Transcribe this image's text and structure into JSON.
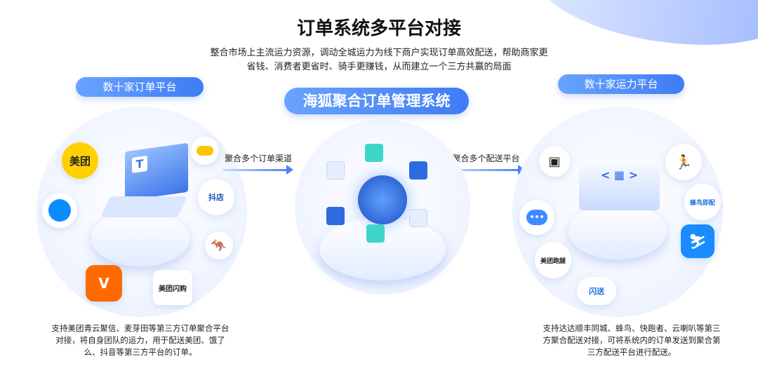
{
  "header": {
    "title": "订单系统多平台对接",
    "subtitle_lines": [
      "整合市场上主流运力资源，调动全城运力为线下商户实现订单高效配送，帮助商家更",
      "省钱、消费者更省时、骑手更赚钱，从而建立一个三方共赢的局面"
    ]
  },
  "left": {
    "pill": "数十家订单平台",
    "logos": [
      "美团",
      "抖店",
      "美团闪购"
    ],
    "laptop_letter": "T",
    "description_lines": [
      "支持美团青云聚信、麦芽田等第三方订单聚合平台",
      "对接，将自身团队的运力，用于配送美团、饿了",
      "么、抖音等第三方平台的订单。"
    ]
  },
  "center": {
    "pill": "海狐聚合订单管理系统"
  },
  "arrows": {
    "left_label": "聚合多个订单渠道",
    "right_label": "聚合多个配送平台"
  },
  "right": {
    "pill": "数十家运力平台",
    "logos": [
      "美团跑腿",
      "闪送",
      "蜂鸟即配"
    ],
    "description_lines": [
      "支持达达顺丰同城、蜂鸟、快跑者、云喇叭等第三",
      "方聚合配送对接，可将系统内的订单发送到聚合第",
      "三方配送平台进行配送。"
    ]
  },
  "colors": {
    "accent": "#3f7cf5",
    "meituan": "#ffd100",
    "eleme": "#0a8cff",
    "orange": "#ff6a00"
  }
}
